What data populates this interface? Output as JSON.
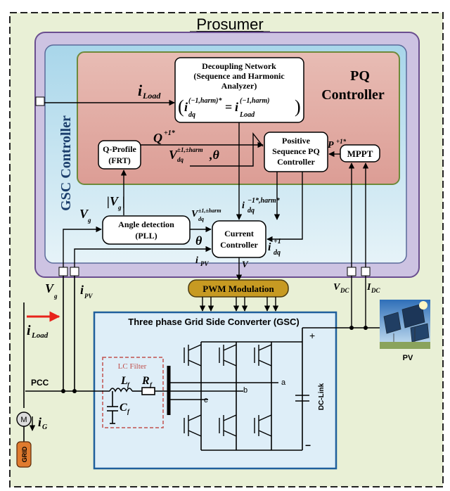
{
  "title": "Prosumer",
  "gsc_controller": "GSC Controller",
  "pq_controller": {
    "line1": "PQ",
    "line2": "Controller"
  },
  "decoupling": {
    "line1": "Decoupling Network",
    "line2": "(Sequence and Harmonic",
    "line3": "Analyzer)"
  },
  "qprofile": {
    "line1": "Q-Profile",
    "line2": "(FRT)"
  },
  "pos_seq": {
    "line1": "Positive",
    "line2": "Sequence PQ",
    "line3": "Controller"
  },
  "mppt": "MPPT",
  "angle": {
    "line1": "Angle detection",
    "line2": "(PLL)"
  },
  "current_ctrl": {
    "line1": "Current",
    "line2": "Controller"
  },
  "pwm": "PWM Modulation",
  "gsc_box": "Three phase Grid Side Converter (GSC)",
  "lc_filter": "LC Filter",
  "dc_link": "DC-Link",
  "pcc": "PCC",
  "pv": "PV",
  "grid": "GRID",
  "motor": "M",
  "nodes": {
    "a": "a",
    "b": "b",
    "c": "c"
  },
  "dc_plus": "+",
  "dc_minus": "−",
  "colors": {
    "outer_bg": "#e9f0d6",
    "gsc_fill": "#cdc3e2",
    "gsc_stroke": "#6a4e8f",
    "inner_blue": "#bfe1ee",
    "pq_fill": "#e7b6ae",
    "pq_stroke": "#6e8a3a",
    "pwm_fill": "#c79a22",
    "gsc_box_fill": "#deeef8",
    "gsc_box_stroke": "#1f5f9c",
    "lc_stroke": "#c0504d",
    "grid_fill": "#e07b2e",
    "arrow_red": "#e8231b"
  }
}
